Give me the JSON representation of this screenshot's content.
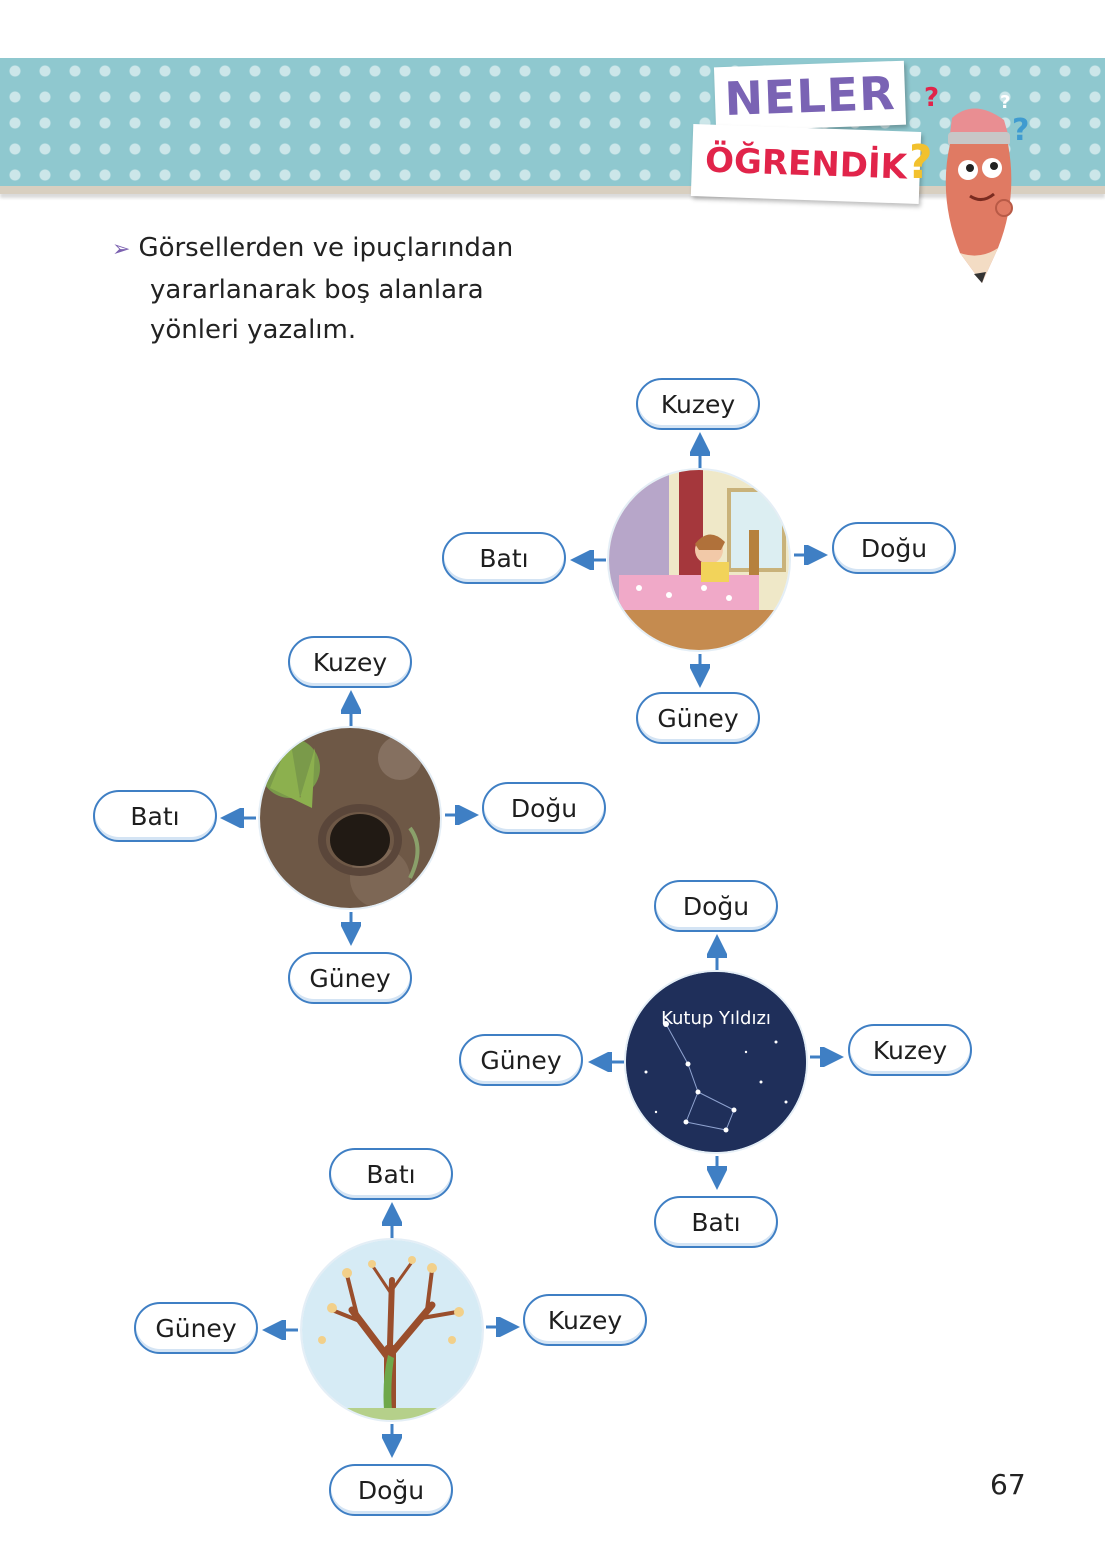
{
  "header": {
    "title_line1": "NELER",
    "title_line2": "ÖĞRENDİK"
  },
  "instruction": {
    "line1": "Görsellerden ve ipuçlarından",
    "line2": "yararlanarak boş alanlara",
    "line3": "yönleri yazalım."
  },
  "groups": [
    {
      "picture": "child-in-bed",
      "top": "Kuzey",
      "bottom": "Güney",
      "left": "Batı",
      "right": "Doğu"
    },
    {
      "picture": "burrow-hole",
      "top": "Kuzey",
      "bottom": "Güney",
      "left": "Batı",
      "right": "Doğu"
    },
    {
      "picture": "pole-star-sky",
      "caption": "Kutup Yıldızı",
      "top": "Doğu",
      "bottom": "Batı",
      "left": "Güney",
      "right": "Kuzey"
    },
    {
      "picture": "tree-with-moss",
      "top": "Batı",
      "bottom": "Doğu",
      "left": "Güney",
      "right": "Kuzey"
    }
  ],
  "page_number": "67",
  "colors": {
    "accent": "#3f7fc4",
    "banner": "#8fc8cf",
    "title_purple": "#7a63b4",
    "title_red": "#e1244a"
  }
}
